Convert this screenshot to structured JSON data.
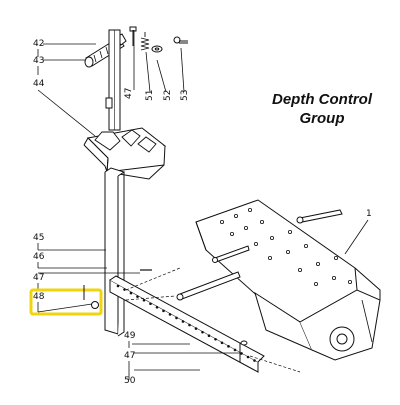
{
  "diagram": {
    "title_line1": "Depth Control",
    "title_line2": "Group",
    "highlight_color": "#f2d40c",
    "callouts": {
      "c42": "42",
      "c43": "43",
      "c44": "44",
      "c47top": "47",
      "c51": "51",
      "c52": "52",
      "c53": "53",
      "c1": "1",
      "c45": "45",
      "c46": "46",
      "c47mid": "47",
      "c48": "48",
      "c49": "49",
      "c47bot": "47",
      "c50": "50"
    }
  }
}
